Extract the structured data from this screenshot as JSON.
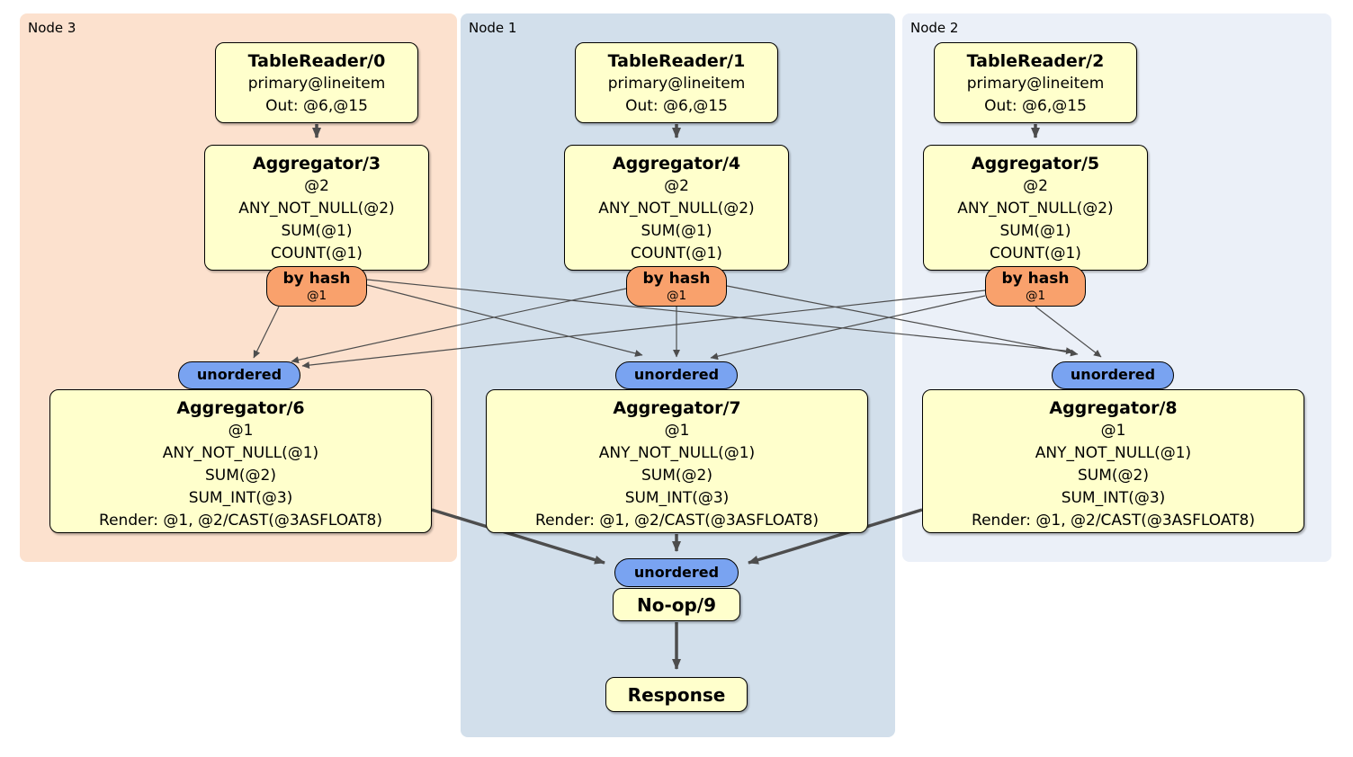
{
  "regions": {
    "node3": {
      "label": "Node 3"
    },
    "node1": {
      "label": "Node 1"
    },
    "node2": {
      "label": "Node 2"
    }
  },
  "processors": {
    "tr0": {
      "title": "TableReader/0",
      "lines": [
        "primary@lineitem",
        "Out: @6,@15"
      ]
    },
    "tr1": {
      "title": "TableReader/1",
      "lines": [
        "primary@lineitem",
        "Out: @6,@15"
      ]
    },
    "tr2": {
      "title": "TableReader/2",
      "lines": [
        "primary@lineitem",
        "Out: @6,@15"
      ]
    },
    "agg3": {
      "title": "Aggregator/3",
      "lines": [
        "@2",
        "ANY_NOT_NULL(@2)",
        "SUM(@1)",
        "COUNT(@1)"
      ]
    },
    "agg4": {
      "title": "Aggregator/4",
      "lines": [
        "@2",
        "ANY_NOT_NULL(@2)",
        "SUM(@1)",
        "COUNT(@1)"
      ]
    },
    "agg5": {
      "title": "Aggregator/5",
      "lines": [
        "@2",
        "ANY_NOT_NULL(@2)",
        "SUM(@1)",
        "COUNT(@1)"
      ]
    },
    "agg6": {
      "title": "Aggregator/6",
      "lines": [
        "@1",
        "ANY_NOT_NULL(@1)",
        "SUM(@2)",
        "SUM_INT(@3)",
        "Render: @1, @2/CAST(@3ASFLOAT8)"
      ]
    },
    "agg7": {
      "title": "Aggregator/7",
      "lines": [
        "@1",
        "ANY_NOT_NULL(@1)",
        "SUM(@2)",
        "SUM_INT(@3)",
        "Render: @1, @2/CAST(@3ASFLOAT8)"
      ]
    },
    "agg8": {
      "title": "Aggregator/8",
      "lines": [
        "@1",
        "ANY_NOT_NULL(@1)",
        "SUM(@2)",
        "SUM_INT(@3)",
        "Render: @1, @2/CAST(@3ASFLOAT8)"
      ]
    },
    "noop": {
      "title": "No-op/9"
    },
    "response": {
      "title": "Response"
    }
  },
  "router": {
    "label": "by hash",
    "key": "@1"
  },
  "sync": {
    "label": "unordered"
  },
  "colors": {
    "node3": "#fce1ce",
    "node1": "#d2dfeb",
    "node2": "#ebf0f8",
    "box": "#ffffcc",
    "router": "#f9a16c",
    "sync": "#79a3f1",
    "arrow": "#4d4d4d",
    "border": "#000000"
  }
}
